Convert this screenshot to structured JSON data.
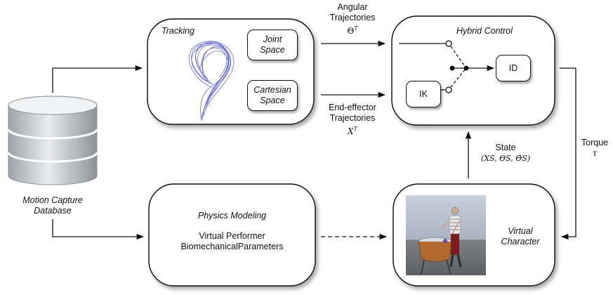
{
  "database": {
    "label_line1": "Motion Capture",
    "label_line2": "Database"
  },
  "tracking": {
    "title": "Tracking",
    "joint_space": {
      "line1": "Joint",
      "line2": "Space"
    },
    "cartesian_space": {
      "line1": "Cartesian",
      "line2": "Space"
    }
  },
  "hybrid_control": {
    "title": "Hybrid Control",
    "ik_label": "IK",
    "id_label": "ID"
  },
  "angular": {
    "line1": "Angular",
    "line2": "Trajectories",
    "symbol": "Θ",
    "sup": "T"
  },
  "endeffector": {
    "line1": "End-effector",
    "line2": "Trajectories",
    "symbol": "X",
    "sup": "T"
  },
  "state": {
    "label": "State",
    "formula": "(XS, ΘS, Θ̇S)"
  },
  "torque": {
    "label": "Torque",
    "symbol": "τ"
  },
  "physics": {
    "title": "Physics Modeling",
    "line1": "Virtual Performer",
    "line2": "BiomechanicalParameters"
  },
  "virtual_character": {
    "line1": "Virtual",
    "line2": "Character"
  },
  "colors": {
    "box_stroke": "#111111",
    "shadow": "#888888",
    "trajectory": "#4a52c8",
    "database": "#c9ccd0",
    "sky": "#9ea8bb"
  }
}
